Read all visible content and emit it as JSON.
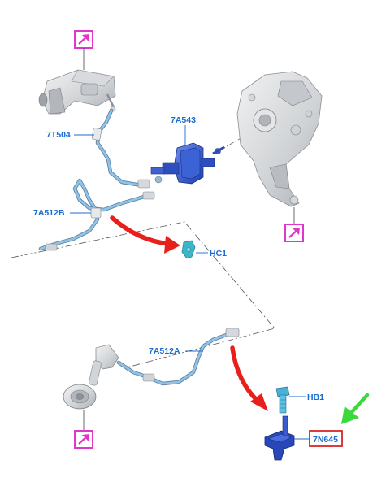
{
  "labels": {
    "p_7t504": "7T504",
    "p_7a543": "7A543",
    "p_7a512b": "7A512B",
    "p_hc1": "HC1",
    "p_7a512a": "7A512A",
    "p_hb1": "HB1",
    "p_7n645": "7N645"
  },
  "icons": {
    "ref_link": "arrow-up-right-icon",
    "callout": "red-curved-arrow-icon",
    "pointer": "green-arrow-icon"
  },
  "colors": {
    "label_text": "#1c6bd1",
    "ref_link_box": "#e236c8",
    "highlight_box": "#d92626",
    "callout_arrow": "#e8201c",
    "pointer_arrow": "#3cd93c",
    "hose": "#8ec3ea",
    "slave_cylinder": "#2f58c9",
    "bracket": "#2847b8",
    "clip": "#3bb7c8",
    "bolt": "#4bb0d6"
  }
}
